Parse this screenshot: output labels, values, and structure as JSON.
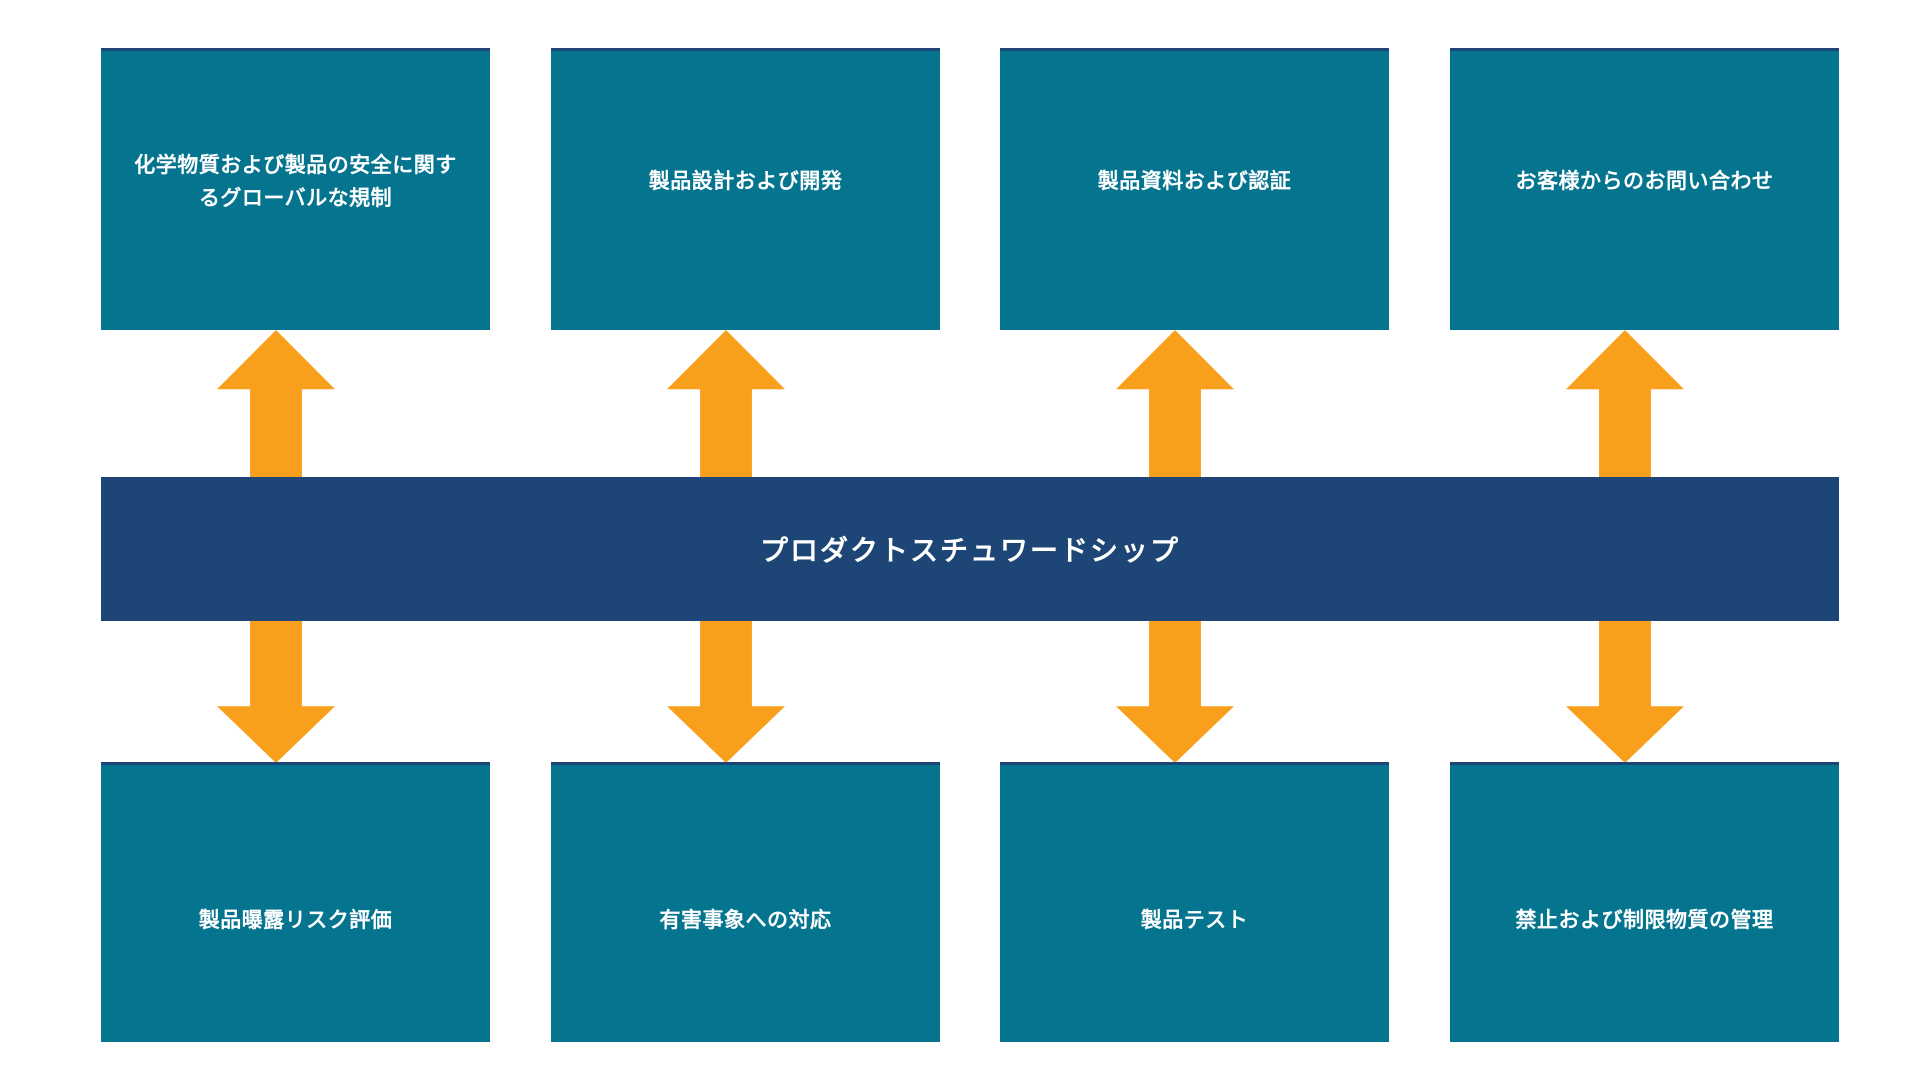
{
  "diagram": {
    "title": "プロダクトスチュワードシップ",
    "center": {
      "label": "プロダクトスチュワードシップ",
      "color": "#1d4575",
      "text_color": "#ffffff"
    },
    "colors": {
      "box_fill": "#05748f",
      "box_top_border": "#1d4575",
      "banner_fill": "#1d4575",
      "arrow_fill": "#f8a01c",
      "background": "#ffffff",
      "label_text": "#ffffff"
    },
    "top_row": [
      {
        "id": "global-regulations",
        "label": "化学物質および製品の安全に関するグローバルな規制"
      },
      {
        "id": "product-design-development",
        "label": "製品設計および開発"
      },
      {
        "id": "product-documentation-certification",
        "label": "製品資料および認証"
      },
      {
        "id": "customer-inquiries",
        "label": "お客様からのお問い合わせ"
      }
    ],
    "bottom_row": [
      {
        "id": "product-exposure-risk-assessment",
        "label": "製品曝露リスク評価"
      },
      {
        "id": "adverse-event-response",
        "label": "有害事象への対応"
      },
      {
        "id": "product-testing",
        "label": "製品テスト"
      },
      {
        "id": "banned-restricted-substance-management",
        "label": "禁止および制限物質の管理"
      }
    ],
    "arrows": {
      "up_count": 4,
      "down_count": 4,
      "direction_up": "up-arrow",
      "direction_down": "down-arrow"
    }
  }
}
